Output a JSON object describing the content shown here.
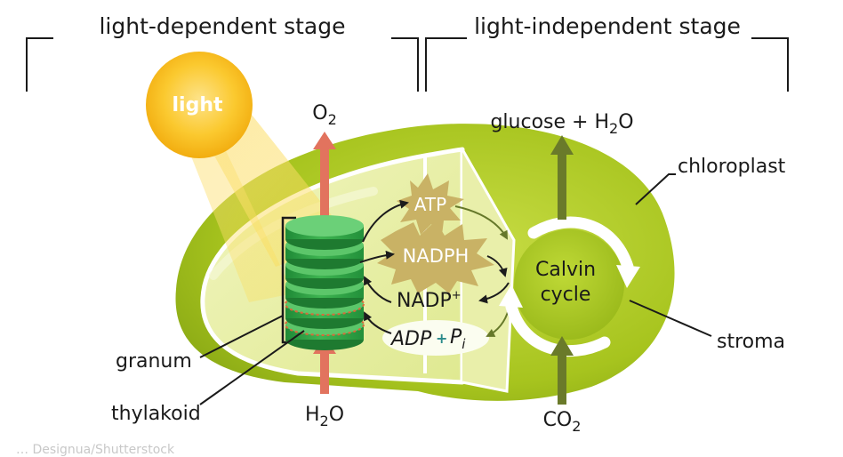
{
  "stages": {
    "left": "light-dependent stage",
    "right": "light-independent stage"
  },
  "light": "light",
  "products": {
    "o2": {
      "main": "O",
      "sub": "2"
    },
    "glucose": {
      "prefix": "glucose + H",
      "sub": "2",
      "suffix": "O"
    },
    "h2o": {
      "main": "H",
      "sub": "2",
      "suffix": "O"
    },
    "co2": {
      "main": "CO",
      "sub": "2"
    }
  },
  "molecules": {
    "atp": "ATP",
    "nadph": "NADPH",
    "nadp": {
      "main": "NADP",
      "sup": "+"
    },
    "adp": "ADP",
    "plus": "+",
    "pi": {
      "main": "P",
      "sub": "i"
    }
  },
  "calvin": {
    "line1": "Calvin",
    "line2": "cycle"
  },
  "labels": {
    "chloroplast": "chloroplast",
    "stroma": "stroma",
    "granum": "granum",
    "thylakoid": "thylakoid"
  },
  "credit": "… Designua/Shutterstock",
  "colors": {
    "chloroplast_outer": "#a4c21f",
    "chloroplast_inner": "#e6ee9e",
    "grana_green": "#34a845",
    "arrow_red": "#e2735e",
    "arrow_olive": "#6a7a2a",
    "starburst": "#c9b265",
    "sun": "#fbc424"
  }
}
